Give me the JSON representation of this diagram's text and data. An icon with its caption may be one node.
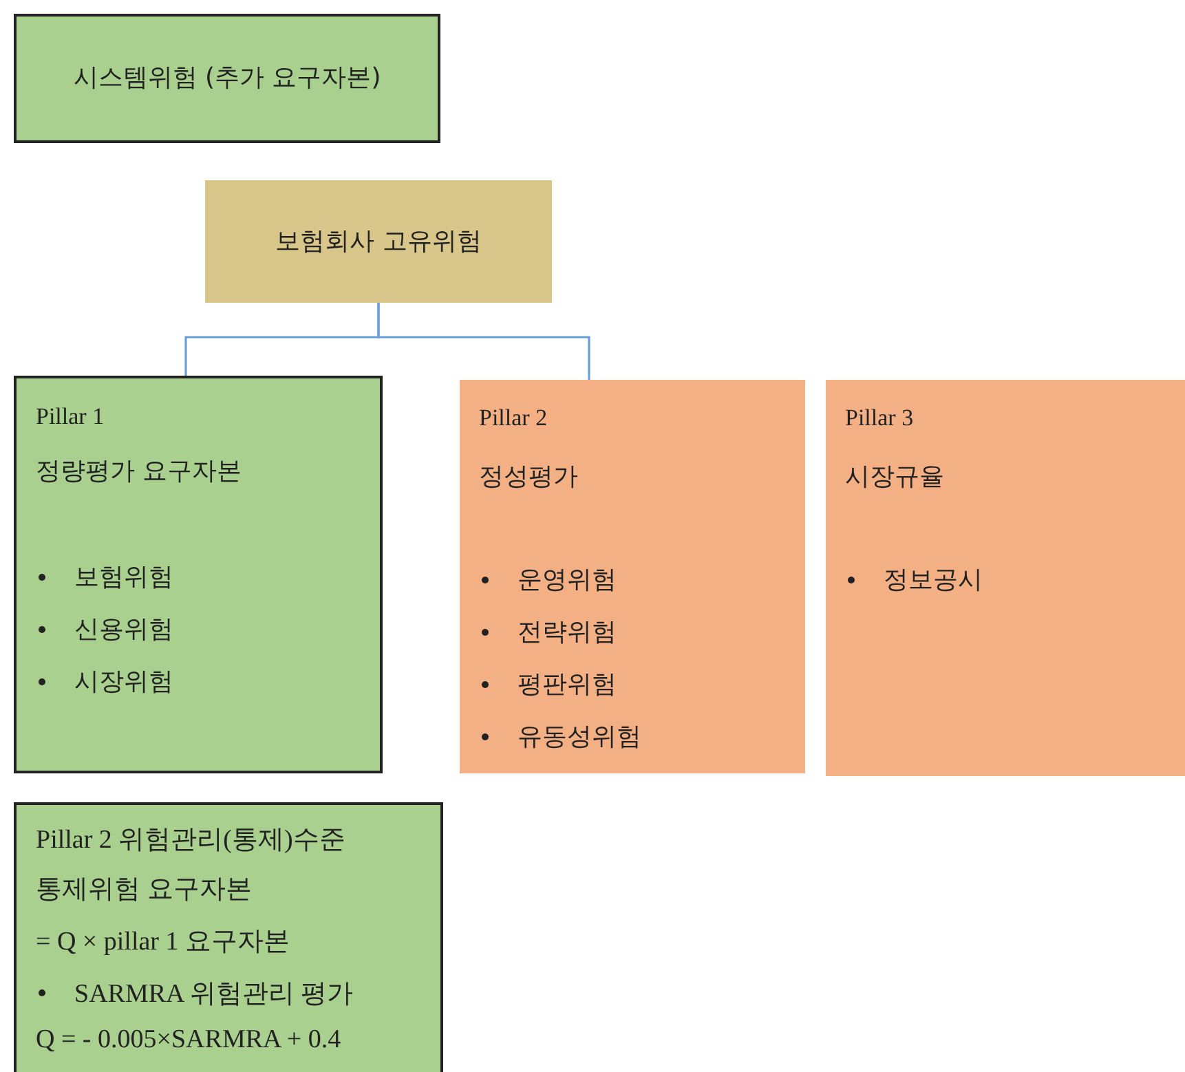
{
  "diagram": {
    "nodes": [
      {
        "text": [
          "시스템위험 (추가 요구자본)"
        ]
      },
      {
        "text": [
          "보험회사 고유위험"
        ]
      },
      {
        "text": [
          "Pillar 1",
          "정량평가 요구자본",
          "보험위험",
          "신용위험",
          "시장위험"
        ]
      },
      {
        "text": [
          "Pillar 2",
          "정성평가",
          "운영위험",
          "전략위험",
          "평판위험",
          "유동성위험"
        ]
      },
      {
        "text": [
          "Pillar 3",
          "시장규율",
          "정보공시"
        ]
      },
      {
        "text": [
          "Pillar 2 위험관리(통제)수준",
          "통제위험 요구자본",
          "= Q × pillar 1 요구자본",
          "SARMRA 위험관리 평가",
          "Q = - 0.005×SARMRA + 0.4"
        ]
      }
    ],
    "edges": [
      {
        "from": 1,
        "to": 2,
        "arrow": "none"
      },
      {
        "from": 1,
        "to": 3,
        "arrow": "none"
      }
    ]
  }
}
